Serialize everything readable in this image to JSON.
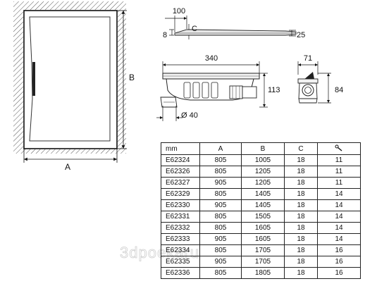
{
  "plan": {
    "dim_a": "A",
    "dim_b": "B"
  },
  "section": {
    "dim_100": "100",
    "dim_8": "8",
    "dim_c": "C",
    "dim_25": "25"
  },
  "drain": {
    "dim_340": "340",
    "dim_113": "113",
    "dim_d40": "Ø 40",
    "dim_71": "71",
    "dim_84": "84"
  },
  "table": {
    "headers": [
      "mm",
      "A",
      "B",
      "C"
    ],
    "wrench_icon": "wrench-icon",
    "rows": [
      [
        "E62324",
        "805",
        "1005",
        "18",
        "11"
      ],
      [
        "E62326",
        "805",
        "1205",
        "18",
        "11"
      ],
      [
        "E62327",
        "905",
        "1205",
        "18",
        "11"
      ],
      [
        "E62329",
        "805",
        "1405",
        "18",
        "14"
      ],
      [
        "E62330",
        "905",
        "1405",
        "18",
        "14"
      ],
      [
        "E62331",
        "805",
        "1505",
        "18",
        "14"
      ],
      [
        "E62332",
        "805",
        "1605",
        "18",
        "14"
      ],
      [
        "E62333",
        "905",
        "1605",
        "18",
        "14"
      ],
      [
        "E62334",
        "805",
        "1705",
        "18",
        "16"
      ],
      [
        "E62335",
        "905",
        "1705",
        "18",
        "16"
      ],
      [
        "E62336",
        "805",
        "1805",
        "18",
        "16"
      ]
    ]
  },
  "watermark": "3dpoekaru"
}
